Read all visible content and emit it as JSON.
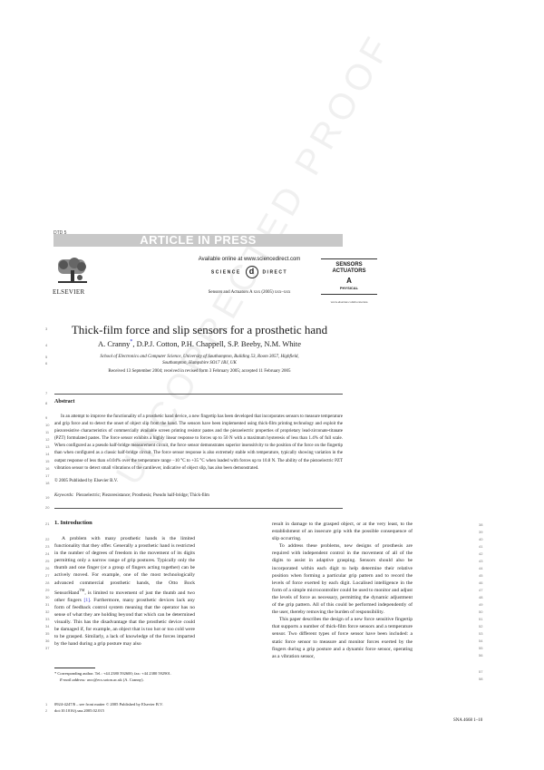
{
  "header": {
    "dtd": "DTD 5",
    "banner": "ARTICLE IN PRESS",
    "available_online": "Available online at www.sciencedirect.com",
    "sciencedirect_left": "SCIENCE",
    "sciencedirect_at": "d",
    "sciencedirect_right": "DIRECT",
    "publisher_word": "ELSEVIER",
    "journal_ref": "Sensors and Actuators A xxx (2005) xxx–xxx",
    "journal_logo": {
      "line1": "SENSORS",
      "line2": "ACTUATORS",
      "letter": "A",
      "subtitle": "PHYSICAL"
    },
    "journal_url": "www.elsevier.com/locate/sna"
  },
  "article": {
    "title": "Thick-film force and slip sensors for a prosthetic hand",
    "authors": "A. Cranny",
    "authors_star": "*",
    "authors_rest": ", D.P.J. Cotton, P.H. Chappell, S.P. Beeby, N.M. White",
    "affiliation_line1": "School of Electronics and Computer Science, University of Southampton, Building 53, Room 3057, Highfield,",
    "affiliation_line2": "Southampton, Hampshire SO17 1BJ, UK",
    "dates": "Received 13 September 2004; received in revised form 3 February 2005; accepted 11 February 2005"
  },
  "abstract": {
    "heading": "Abstract",
    "text": "In an attempt to improve the functionality of a prosthetic hand device, a new fingertip has been developed that incorporates sensors to measure temperature and grip force and to detect the onset of object slip from the hand. The sensors have been implemented using thick-film printing technology and exploit the piezoresistive characteristics of commercially available screen printing resistor pastes and the piezoelectric properties of proprietary lead-zirconate-titanate (PZT) formulated pastes. The force sensor exhibits a highly linear response to forces up to 50 N with a maximum hysteresis of less than 1.4% of full scale. When configured as a pseudo half-bridge measurement circuit, the force sensor demonstrates superior insensitivity to the position of the force on the fingertip than when configured as a classic half-bridge circuit. The force sensor response is also extremely stable with temperature, typically showing variation in the output response of less than ±0.04% over the temperature range −10 °C to +35 °C when loaded with forces up to 10.8 N. The ability of the piezoelectric PZT vibration sensor to detect small vibrations of the cantilever, indicative of object slip, has also been demonstrated.",
    "copyright": "© 2005 Published by Elsevier B.V.",
    "keywords_label": "Keywords:",
    "keywords": "Piezoelectric; Piezoresistance; Prosthesis; Pseudo half-bridge; Thick-film"
  },
  "introduction": {
    "heading": "1. Introduction",
    "left_p1_a": "A problem with many prosthetic hands is the limited functionality that they offer. Generally a prosthetic hand is restricted in the number of degrees of freedom in the movement of its digits permitting only a narrow range of grip postures. Typically only the thumb and one finger (or a group of fingers acting together) can be actively moved. For example, one of the most technologically advanced commercial prosthetic hands, the Otto Bock SensorHand",
    "left_p1_tm": "TM",
    "left_p1_b": ", is limited to movement of just the thumb and two other fingers ",
    "left_p1_ref": "[1]",
    "left_p1_c": ". Furthermore, many prosthetic devices lack any form of feedback control system meaning that the operator has no sense of what they are holding beyond that which can be determined visually. This has the disadvantage that the prosthetic device could be damaged if, for example, an object that is too hot or too cold were to be grasped. Similarly, a lack of knowledge of the forces imparted by the hand during a grip posture may also",
    "right_p1": "result in damage to the grasped object, or at the very least, to the establishment of an insecure grip with the possible consequence of slip occurring.",
    "right_p2": "To address these problems, new designs of prosthesis are required with independent control in the movement of all of the digits to assist in adaptive grasping. Sensors should also be incorporated within each digit to help determine their relative position when forming a particular grip pattern and to record the levels of force exerted by each digit. Localised intelligence in the form of a simple microcontroller could be used to monitor and adjust the levels of force as necessary, permitting the dynamic adjustment of the grip pattern. All of this could be performed independently of the user, thereby removing the burden of responsibility.",
    "right_p3": "This paper describes the design of a new force sensitive fingertip that supports a number of thick-film force sensors and a temperature sensor. Two different types of force sensor have been included: a static force sensor to measure and monitor forces exerted by the fingers during a grip posture and a dynamic force sensor, operating as a vibration sensor,"
  },
  "footnote": {
    "star_line": "* Corresponding author. Tel.: +44 2380 592600; fax: +44 2380 592901.",
    "email_label": "E-mail address:",
    "email_value": "awc@ecs.soton.ac.uk (A. Cranny)."
  },
  "front_matter": {
    "issn": "0924-4247/$ – see front matter © 2005 Published by Elsevier B.V.",
    "doi": "doi:10.1016/j.sna.2005.02.015",
    "issn_line_no": "1",
    "doi_line_no": "2"
  },
  "page_ref": "SNA 4668 1–10",
  "watermark": "UNCORRECTED PROOF",
  "line_numbers": {
    "title": "3",
    "authors": "4",
    "affil1": "5",
    "affil2": "6",
    "rule1": "7",
    "abstract_h": "8",
    "abstract": [
      "9",
      "10",
      "11",
      "12",
      "13",
      "14",
      "15",
      "16",
      "17"
    ],
    "copyright": "18",
    "keywords": "19",
    "rule2": "20",
    "intro_h": "21",
    "left": [
      "22",
      "23",
      "24",
      "25",
      "26",
      "27",
      "28",
      "29",
      "30",
      "31",
      "32",
      "33",
      "34",
      "35",
      "36",
      "37"
    ],
    "right": [
      "38",
      "39",
      "40",
      "41",
      "42",
      "43",
      "44",
      "45",
      "46",
      "47",
      "48",
      "49",
      "50",
      "51",
      "52",
      "53",
      "54",
      "55",
      "56",
      "57",
      "58"
    ]
  }
}
